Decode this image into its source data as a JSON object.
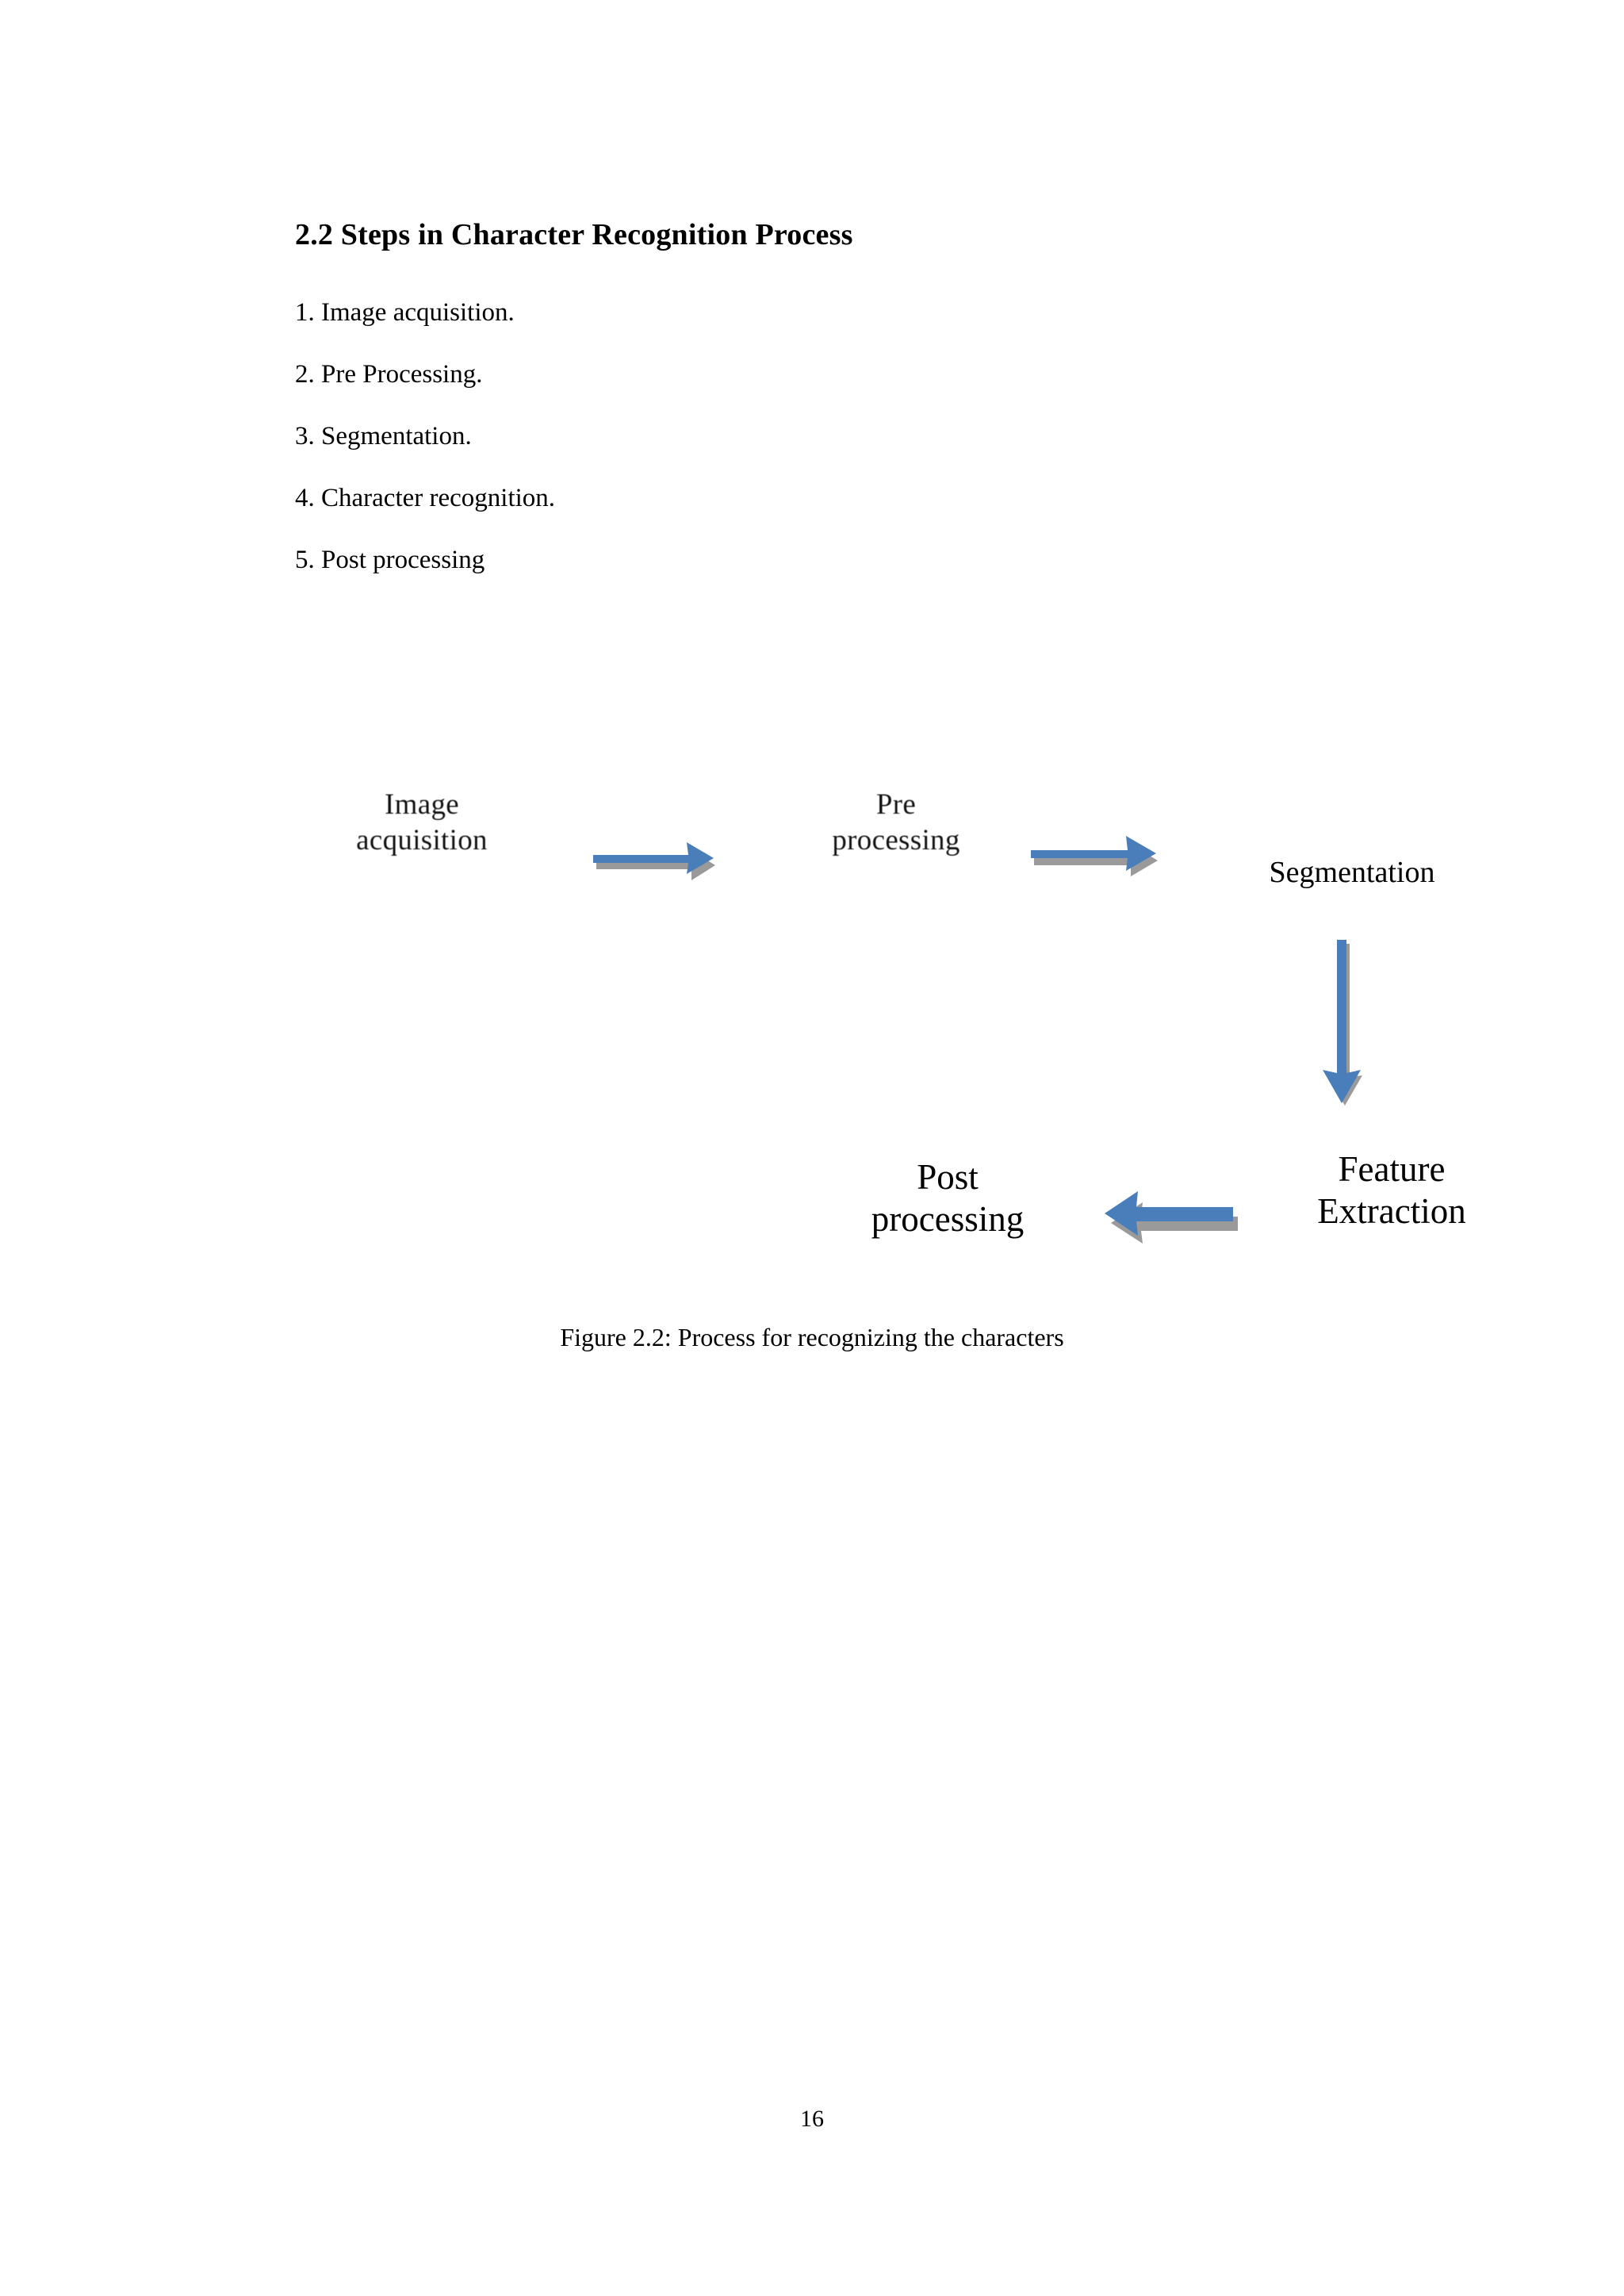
{
  "document": {
    "section": {
      "number": "2.2",
      "heading": "2.2 Steps in Character Recognition Process"
    },
    "steps": [
      {
        "label": "1. Image acquisition."
      },
      {
        "label": "2. Pre Processing."
      },
      {
        "label": "3. Segmentation."
      },
      {
        "label": "4. Character recognition."
      },
      {
        "label": "5. Post processing"
      }
    ],
    "figure": {
      "caption": "Figure 2.2: Process for recognizing the characters",
      "nodes": [
        {
          "id": "image-acquisition",
          "line1": "Image",
          "line2": "acquisition",
          "style": "scanned"
        },
        {
          "id": "pre-processing",
          "line1": "Pre",
          "line2": "processing",
          "style": "scanned"
        },
        {
          "id": "segmentation",
          "line1": "Segmentation",
          "line2": "",
          "style": "text"
        },
        {
          "id": "feature-extraction",
          "line1": "Feature",
          "line2": "Extraction",
          "style": "text"
        },
        {
          "id": "post-processing",
          "line1": "Post",
          "line2": "processing",
          "style": "text"
        }
      ],
      "arrows": [
        {
          "id": "acq-to-pre",
          "from": "image-acquisition",
          "to": "pre-processing",
          "direction": "right"
        },
        {
          "id": "pre-to-seg",
          "from": "pre-processing",
          "to": "segmentation",
          "direction": "right"
        },
        {
          "id": "seg-to-feat",
          "from": "segmentation",
          "to": "feature-extraction",
          "direction": "down"
        },
        {
          "id": "feat-to-post",
          "from": "feature-extraction",
          "to": "post-processing",
          "direction": "left"
        }
      ],
      "colors": {
        "arrow_fill": "#4a7ebb",
        "arrow_shadow": "#9a9a9a"
      }
    },
    "page_number": "16"
  }
}
